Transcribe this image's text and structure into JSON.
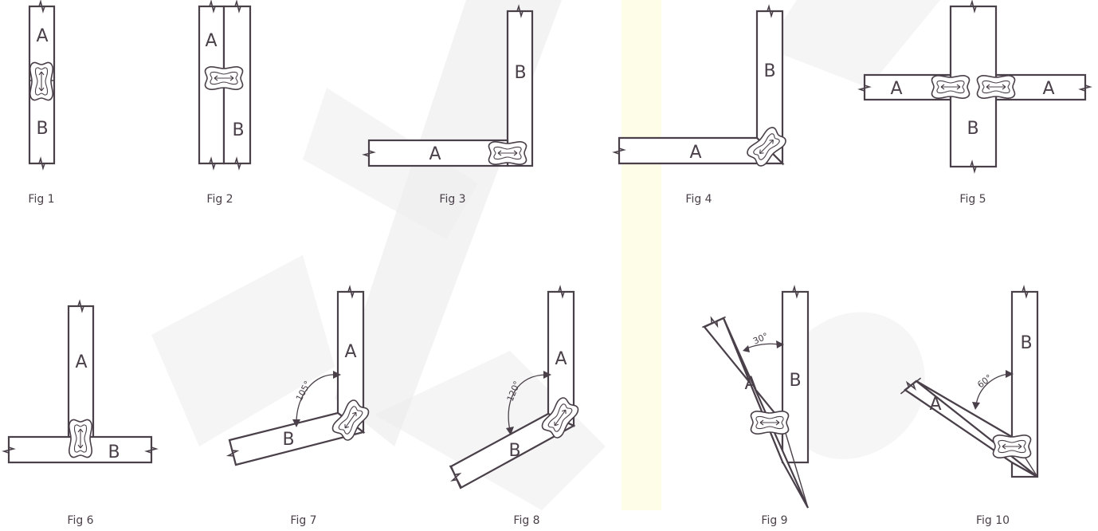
{
  "figures": [
    {
      "id": "fig1",
      "caption": "Fig 1",
      "labels": [
        "A",
        "B"
      ]
    },
    {
      "id": "fig2",
      "caption": "Fig 2",
      "labels": [
        "A",
        "B"
      ]
    },
    {
      "id": "fig3",
      "caption": "Fig 3",
      "labels": [
        "A",
        "B"
      ]
    },
    {
      "id": "fig4",
      "caption": "Fig 4",
      "labels": [
        "A",
        "B"
      ]
    },
    {
      "id": "fig5",
      "caption": "Fig 5",
      "labels": [
        "A",
        "A",
        "B"
      ]
    },
    {
      "id": "fig6",
      "caption": "Fig 6",
      "labels": [
        "A",
        "B"
      ]
    },
    {
      "id": "fig7",
      "caption": "Fig 7",
      "labels": [
        "A",
        "B"
      ],
      "angle": "105°"
    },
    {
      "id": "fig8",
      "caption": "Fig 8",
      "labels": [
        "A",
        "B"
      ],
      "angle": "120°"
    },
    {
      "id": "fig9",
      "caption": "Fig 9",
      "labels": [
        "A",
        "B"
      ],
      "angle": "30°"
    },
    {
      "id": "fig10",
      "caption": "Fig 10",
      "labels": [
        "A",
        "B"
      ],
      "angle": "60°"
    }
  ],
  "colors": {
    "line": "#4a4049",
    "watermark_gray": "#ececec",
    "watermark_yellow": "#fdfde6"
  }
}
